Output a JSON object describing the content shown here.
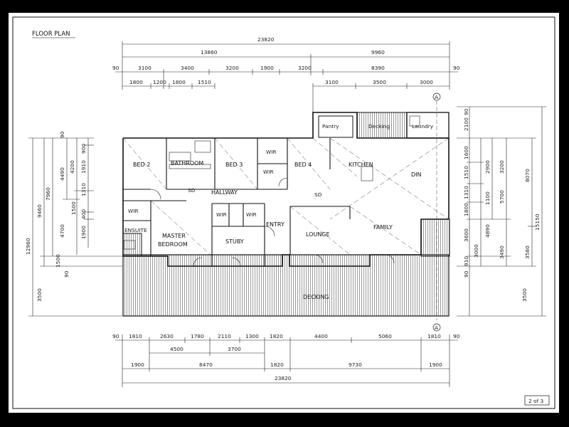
{
  "title": "FLOOR PLAN",
  "page": "2 of 3",
  "section_marker": "A",
  "rooms": {
    "bed2": "BED 2",
    "bathroom": "BATHROOM",
    "bed3": "BED 3",
    "wir_a": "WIR",
    "wir_b": "WIR",
    "bed4": "BED 4",
    "kitchen": "KITCHEN",
    "din": "DIN",
    "pantry": "Pantry",
    "decking_top": "Decking",
    "laundry": "Laundry",
    "sd_a": "SD",
    "hallway": "HALLWAY",
    "sd_b": "SD",
    "wir_c": "WIR",
    "ensuite": "ENSUITE",
    "master1": "MASTER",
    "master2": "BEDROOM",
    "wir_d": "WIR",
    "wir_e": "WIR",
    "study": "STUBY",
    "entry": "ENTRY",
    "lounge": "LOUNGE",
    "family": "FAMILY",
    "decking": "DECKING"
  },
  "dims": {
    "top_total": "23820",
    "top_13860": "13860",
    "top_9960": "9960",
    "t90a": "90",
    "t3100": "3100",
    "t3400": "3400",
    "t3200a": "3200",
    "t1900": "1900",
    "t3200b": "3200",
    "t8390": "8390",
    "t90b": "90",
    "t1800a": "1800",
    "t1200": "1200",
    "t1800b": "1800",
    "t1510": "1510",
    "t3100b": "3100",
    "t3500": "3500",
    "t3000": "3000",
    "b90a": "90",
    "b1810a": "1810",
    "b2630": "2630",
    "b1780": "1780",
    "b2110": "2110",
    "b1300": "1300",
    "b1820a": "1820",
    "b4400": "4400",
    "b5060": "5060",
    "b1810b": "1810",
    "b90b": "90",
    "b4500": "4500",
    "b3700": "3700",
    "b1900a": "1900",
    "b8470": "8470",
    "b1820b": "1820",
    "b9730": "9730",
    "b1900b": "1900",
    "bottom_total": "23820",
    "l12960": "12960",
    "l9460": "9460",
    "l7960": "7960",
    "l4490": "4490",
    "l4200": "4200",
    "l90a": "90",
    "l900": "900",
    "l1910": "1910",
    "l1310": "1310",
    "l1500": "1500",
    "l400": "400",
    "l4700": "4700",
    "l1900": "1900",
    "l1500b": "1500",
    "l90b": "90",
    "l3500": "3500",
    "r90a": "90",
    "r2100": "2100",
    "r1600": "1600",
    "r1510": "1510",
    "r1310": "1310",
    "r1800": "1800",
    "r3600": "3600",
    "r910": "910",
    "r90b": "90",
    "r3500": "3500",
    "r2900": "2900",
    "r3200": "3200",
    "r1100": "1100",
    "r5700": "5700",
    "r4890": "4890",
    "r3000": "3000",
    "r3490": "3490",
    "r8070": "8070",
    "r3580": "3580",
    "r15150": "15150"
  }
}
